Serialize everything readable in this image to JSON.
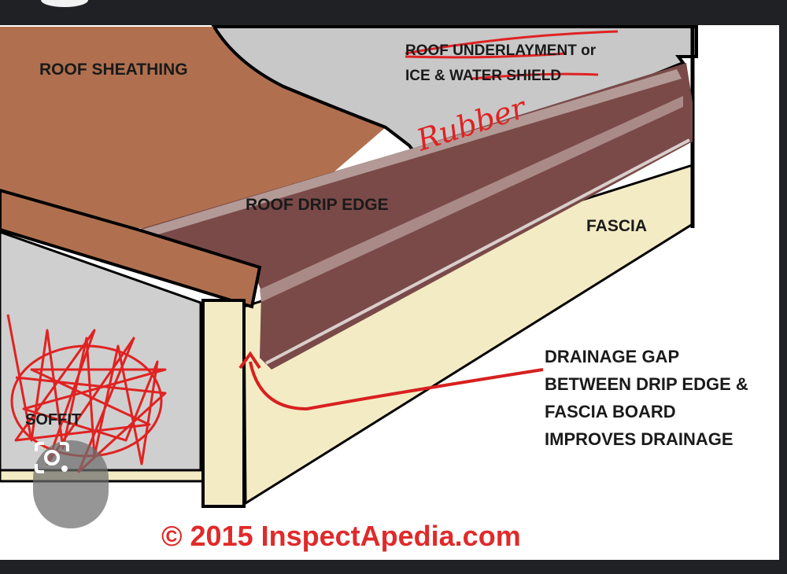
{
  "labels": {
    "roof_sheathing": "ROOF SHEATHING",
    "underlayment_line1": "ROOF UNDERLAYMENT or",
    "underlayment_line2": "ICE & WATER SHIELD",
    "handwritten_note": "Rubber",
    "drip_edge": "ROOF DRIP EDGE",
    "fascia": "FASCIA",
    "soffit": "SOFFIT",
    "callout_lines": [
      "DRAINAGE GAP",
      "BETWEEN DRIP EDGE &",
      "FASCIA BOARD",
      "IMPROVES DRAINAGE"
    ],
    "copyright": "© 2015 InspectApedia.com"
  },
  "icons": {
    "lens_button": "camera-lens-icon"
  },
  "colors": {
    "sheathing": "#b0704f",
    "underlayment": "#c8c8c8",
    "drip_edge": "#7a4a48",
    "fascia": "#f3ebc4",
    "soffit": "#cfcfcf",
    "red_markup": "#e02222",
    "topbar": "#202124"
  }
}
